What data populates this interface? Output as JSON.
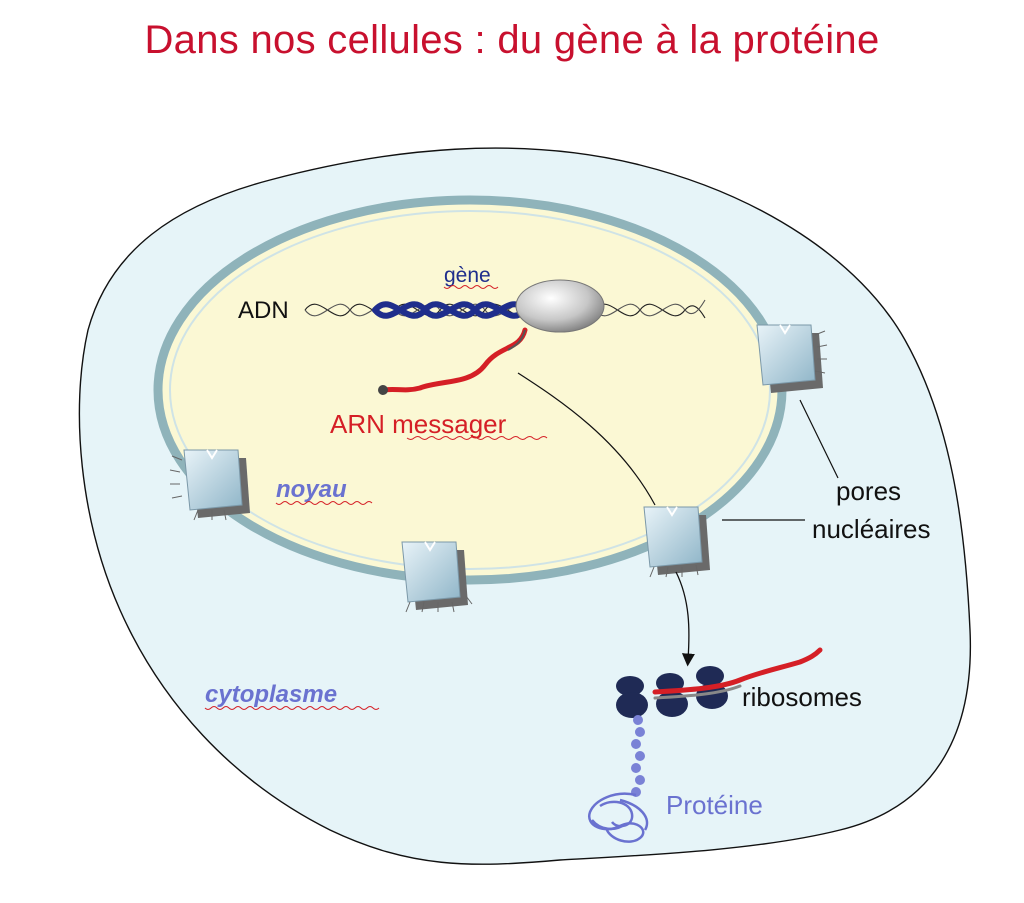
{
  "title": "Dans nos cellules : du gène à la protéine",
  "labels": {
    "adn": "ADN",
    "gene": "gène",
    "arn": "ARN messager",
    "noyau": "noyau",
    "pores_line1": "pores",
    "pores_line2": "nucléaires",
    "cytoplasme": "cytoplasme",
    "ribosomes": "ribosomes",
    "proteine": "Protéine"
  },
  "colors": {
    "title": "#c8102e",
    "cytoplasm_fill": "#e6f4f8",
    "nucleus_fill": "#fbf8d4",
    "nuclear_envelope": "#8fb3ba",
    "gene_dna": "#1f2e8c",
    "mrna": "#d51f26",
    "protein": "#7a82d6",
    "ribosome": "#1f2a55"
  }
}
